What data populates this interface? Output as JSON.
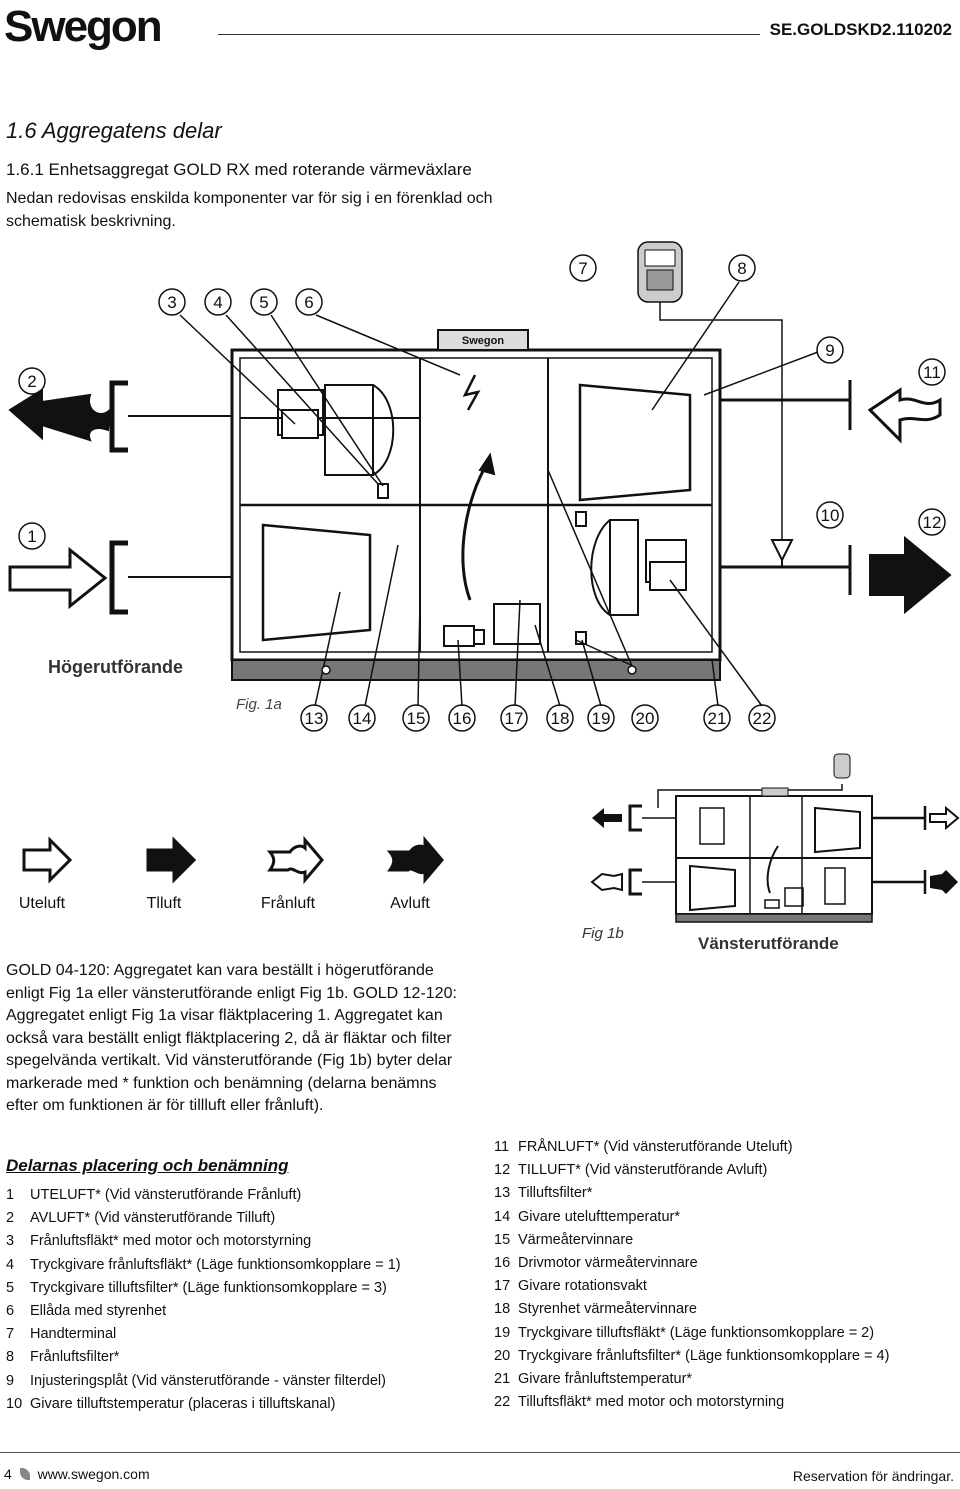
{
  "header": {
    "logo": "Swegon",
    "doc_id": "SE.GOLDSKD2.110202"
  },
  "section": {
    "title": "1.6 Aggregatens delar",
    "subtitle": "1.6.1 Enhetsaggregat GOLD RX med roterande värmeväxlare",
    "intro": "Nedan redovisas enskilda komponenter var för sig i en förenklad och schematisk beskrivning."
  },
  "diagram": {
    "numbers_top": [
      "3",
      "4",
      "5",
      "6",
      "7",
      "8",
      "9",
      "11",
      "2",
      "1",
      "10",
      "12"
    ],
    "numbers_bottom": [
      "13",
      "14",
      "15",
      "16",
      "17",
      "18",
      "19",
      "20",
      "21",
      "22"
    ],
    "unit_logo": "Swegon",
    "orientation_right": "Högerutförande",
    "fig1a": "Fig. 1a",
    "fig1b": "Fig 1b",
    "orientation_left": "Vänsterutförande"
  },
  "legend": {
    "items": [
      "Uteluft",
      "Tlluft",
      "Frånluft",
      "Avluft"
    ]
  },
  "paragraph": "GOLD 04-120: Aggregatet kan vara beställt i högerutförande enligt Fig 1a eller vänsterutförande enligt Fig 1b. GOLD 12-120: Aggregatet enligt Fig 1a visar fläktplacering 1. Aggregatet kan också vara beställt enligt fläktplacering 2, då är fläktar  och filter spegelvända vertikalt. Vid vänsterutförande (Fig 1b) byter delar markerade med * funktion och benämning (delarna benämns efter om funktionen är för tillluft eller frånluft).",
  "parts": {
    "title": "Delarnas placering och benämning",
    "left": [
      {
        "n": "1",
        "text": "UTELUFT* (Vid vänsterutförande Frånluft)"
      },
      {
        "n": "2",
        "text": "AVLUFT* (Vid vänsterutförande Tilluft)"
      },
      {
        "n": "3",
        "text": "Frånluftsfläkt* med motor och motorstyrning"
      },
      {
        "n": "4",
        "text": "Tryckgivare frånluftsfläkt* (Läge funktionsomkopplare = 1)"
      },
      {
        "n": "5",
        "text": "Tryckgivare tilluftsfilter* (Läge funktionsomkopplare = 3)"
      },
      {
        "n": "6",
        "text": "Ellåda med styrenhet"
      },
      {
        "n": "7",
        "text": "Handterminal"
      },
      {
        "n": "8",
        "text": "Frånluftsfilter*"
      },
      {
        "n": "9",
        "text": "Injusteringsplåt (Vid vänsterutförande - vänster filterdel)"
      },
      {
        "n": "10",
        "text": "Givare tilluftstemperatur (placeras i tilluftskanal)"
      }
    ],
    "right": [
      {
        "n": "11",
        "text": "FRÅNLUFT* (Vid vänsterutförande Uteluft)"
      },
      {
        "n": "12",
        "text": "TILLUFT* (Vid vänsterutförande Avluft)"
      },
      {
        "n": "13",
        "text": "Tilluftsfilter*"
      },
      {
        "n": "14",
        "text": "Givare utelufttemperatur*"
      },
      {
        "n": "15",
        "text": "Värmeåtervinnare"
      },
      {
        "n": "16",
        "text": "Drivmotor värmeåtervinnare"
      },
      {
        "n": "17",
        "text": "Givare rotationsvakt"
      },
      {
        "n": "18",
        "text": "Styrenhet värmeåtervinnare"
      },
      {
        "n": "19",
        "text": "Tryckgivare tilluftsfläkt* (Läge funktionsomkopplare = 2)"
      },
      {
        "n": "20",
        "text": "Tryckgivare frånluftsfilter* (Läge funktionsomkopplare = 4)"
      },
      {
        "n": "21",
        "text": "Givare frånluftstemperatur*"
      },
      {
        "n": "22",
        "text": "Tilluftsfläkt* med motor och motorstyrning"
      }
    ]
  },
  "footer": {
    "page": "4",
    "url": "www.swegon.com",
    "note": "Reservation för ändringar."
  }
}
